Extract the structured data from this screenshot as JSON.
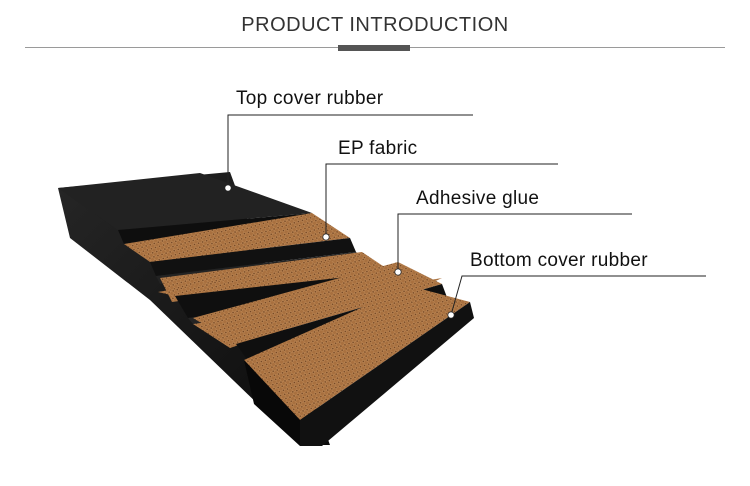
{
  "header": {
    "title": "PRODUCT INTRODUCTION"
  },
  "labels": {
    "top_cover": "Top cover rubber",
    "ep_fabric": "EP fabric",
    "adhesive": "Adhesive glue",
    "bottom_cover": "Bottom cover rubber"
  },
  "colors": {
    "rubber": "#1a1a1a",
    "fabric": "#a8703f",
    "accent_bar": "#555555",
    "rule": "#9a9a9a"
  }
}
